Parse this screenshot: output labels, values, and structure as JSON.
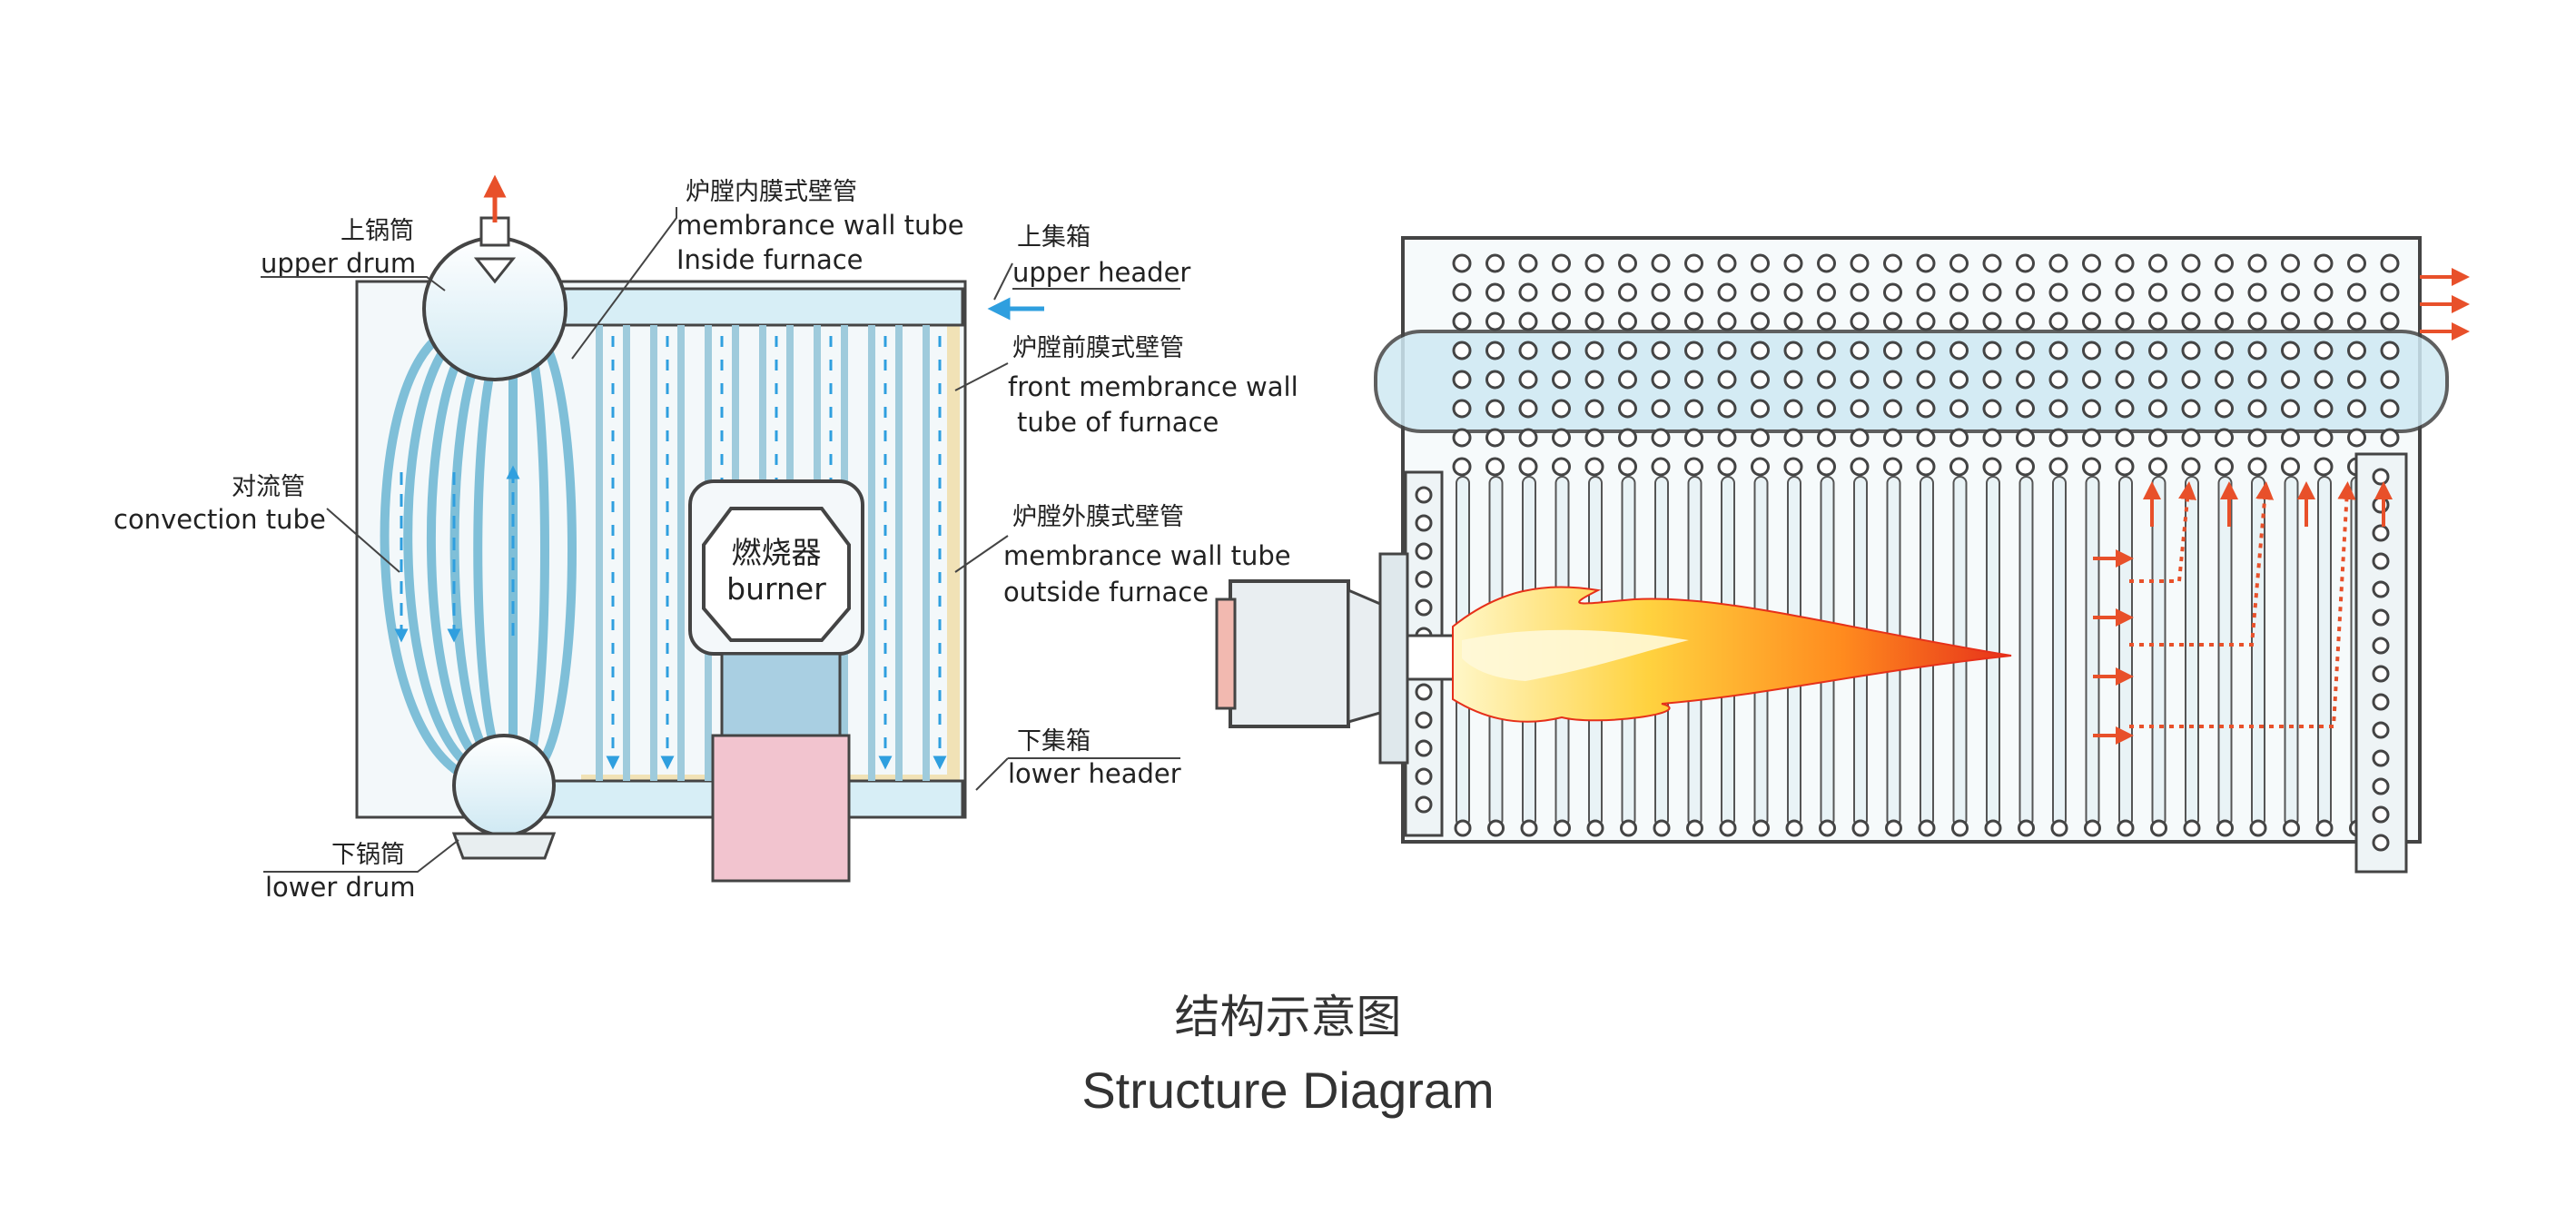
{
  "labels": {
    "upper_drum_cn": "上锅筒",
    "upper_drum_en": "upper drum",
    "inner_wall_cn": "炉膛内膜式壁管",
    "inner_wall_en1": "membrance wall tube",
    "inner_wall_en2": "Inside furnace",
    "upper_header_cn": "上集箱",
    "upper_header_en": "upper header",
    "front_wall_cn": "炉膛前膜式壁管",
    "front_wall_en1": "front membrance wall",
    "front_wall_en2": "tube of furnace",
    "convection_cn": "对流管",
    "convection_en": "convection tube",
    "outer_wall_cn": "炉膛外膜式壁管",
    "outer_wall_en1": "membrance wall tube",
    "outer_wall_en2": "outside furnace",
    "burner_cn": "燃烧器",
    "burner_en": "burner",
    "lower_header_cn": "下集箱",
    "lower_header_en": "lower header",
    "lower_drum_cn": "下锅筒",
    "lower_drum_en": "lower drum"
  },
  "caption": {
    "cn": "结构示意图",
    "en": "Structure Diagram"
  },
  "colors": {
    "water_flow": "#2f9fdf",
    "steam_flow": "#e8502a",
    "tube_fill": "#d7eef6",
    "wall_fill": "#eef7fa",
    "outline": "#444444",
    "insulation": "#f1e2b6",
    "burner_base": "#f2c4cf",
    "burner_neck": "#a9cfe2"
  }
}
